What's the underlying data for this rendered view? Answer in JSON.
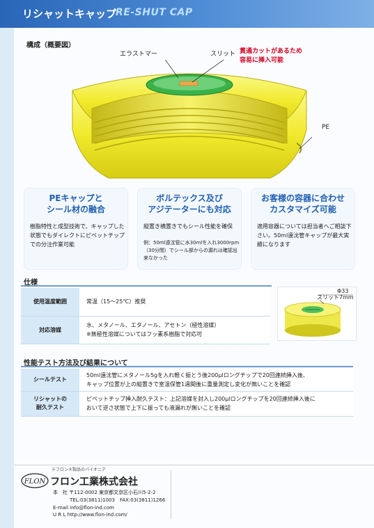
{
  "header": {
    "title_jp": "リシャットキャップ",
    "title_en": "RE-SHUT CAP"
  },
  "diagram": {
    "title": "構成（概要図）",
    "labels": {
      "elastomer": "エラストマー",
      "slit": "スリット",
      "slit_note_1": "貫通カットがあるため",
      "slit_note_2": "容易に挿入可能",
      "pe": "PE"
    }
  },
  "features": [
    {
      "title_1": "PEキャップと",
      "title_2": "シール材の融合",
      "body": "樹脂特性と成型技術で、キャップした状態でもダイレクトにピペットチップでの分注作業可能"
    },
    {
      "title_1": "ボルテックス及び",
      "title_2": "アジテーターにも対応",
      "body": "縦置き横置きでもシール性能を確保",
      "note": "例：50ml遠沈管に水30mlを入れ3000rpm（30分間）でシール部からの漏れは確認出来なかった"
    },
    {
      "title_1": "お客様の容器に合わせ",
      "title_2": "カスタマイズ可能",
      "body": "適用容器については担当者へご相談下さい。50ml遠沈管キャップが最大実績になります"
    }
  ],
  "spec": {
    "title": "仕様",
    "rows": [
      {
        "label": "使用温度範囲",
        "value_1": "常温（15～25℃）推奨",
        "value_2": ""
      },
      {
        "label": "対応溶媒",
        "value_1": "水、メタノール、エタノール、アセトン（極性溶媒）",
        "value_2": "※無極性溶媒についてはフッ素系樹脂で対応可"
      }
    ],
    "photo_dim_1": "Φ33",
    "photo_dim_2": "スリット7mm"
  },
  "test": {
    "title": "性能テスト方法及び結果について",
    "rows": [
      {
        "label_1": "シールテスト",
        "label_2": "",
        "value_1": "50ml遠沈管にメタノール5gを入れ軽く振とう後200μlロングチップで20回連続挿入後、",
        "value_2": "キャップ位置が上の縦置きで室温保管1週間後に重量測定し変化が無いことを確認"
      },
      {
        "label_1": "リシャットの",
        "label_2": "耐久テスト",
        "value_1": "ピペットチップ挿入耐久テスト：上記溶媒を封入し200μlロングチップを20回連続挿入後に",
        "value_2": "おいて逆さ状態で上下に振っても液漏れが無いことを確認"
      }
    ]
  },
  "footer": {
    "tagline": "テフロン®製品のパイオニア",
    "logo": "FLON",
    "company": "フロン工業株式会社",
    "address_1": "本　社 〒112-0002 東京都文京区小石川5-2-2",
    "address_2": "TEL:03(3811)1003　FAX:03(3811)1266",
    "email": "E-mail info@flon-ind.com",
    "url": "U R L http://www.flon-ind.com/"
  },
  "colors": {
    "header_blue": "#2a66b8",
    "accent_blue": "#1f5fb0",
    "cap_yellow": "#f4f03c",
    "note_red": "#d2001f"
  }
}
